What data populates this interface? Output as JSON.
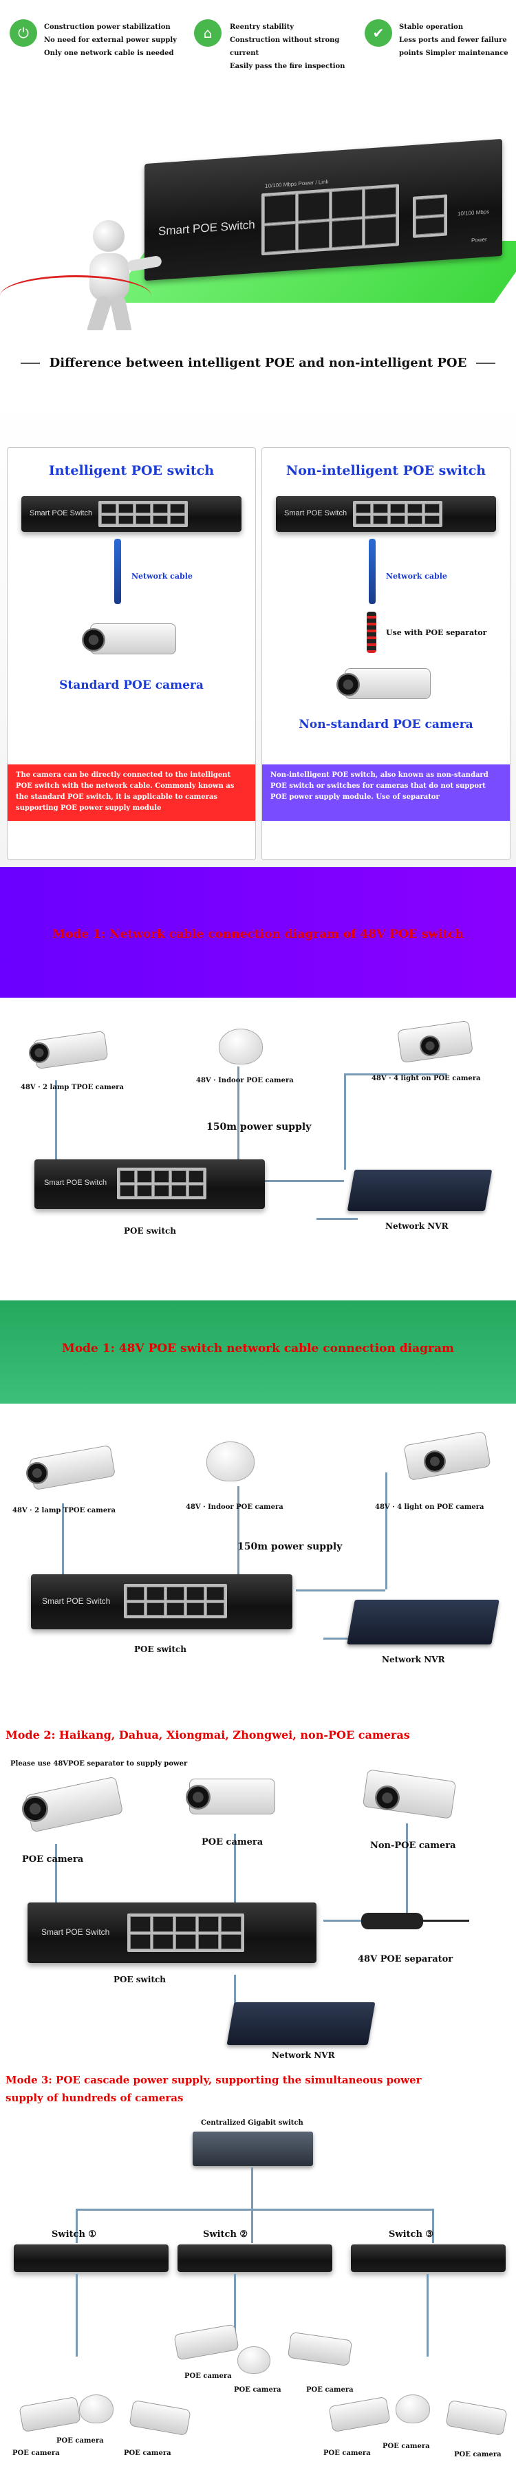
{
  "banner": {
    "col1": [
      "Construction power stabilization",
      "No need for external power supply",
      "Only one network cable is needed"
    ],
    "col2": [
      "Reentry stability",
      "Construction without strong current",
      "Easily pass the fire inspection"
    ],
    "col3": [
      "Stable operation",
      "Less ports and fewer failure",
      "points Simpler maintenance"
    ]
  },
  "hero": {
    "switch_label": "Smart POE Switch",
    "port_text_1": "10/100 Mbps Power / Link",
    "port_text_2": "10/100 Mbps",
    "power_text": "Power"
  },
  "difference": {
    "title": "Difference between intelligent POE and non-intelligent POE"
  },
  "comparison": {
    "left": {
      "title": "Intelligent POE switch",
      "cable_label": "Network cable",
      "camera_label": "Standard POE camera",
      "note": "The camera can be directly connected to the intelligent POE switch with the network cable. Commonly known as the standard POE switch, it is applicable to cameras supporting POE power supply module"
    },
    "right": {
      "title": "Non-intelligent POE switch",
      "cable_label": "Network cable",
      "separator_label": "Use with POE separator",
      "camera_label": "Non-standard POE camera",
      "note": "Non-intelligent POE switch, also known as non-standard POE switch or switches for cameras that do not support POE power supply module. Use of separator"
    },
    "switch_label": "Smart POE Switch"
  },
  "section_purple": {
    "title": "Mode 1: Network cable connection diagram of 48V POE switch"
  },
  "diagram1": {
    "cam1": "48V · 2 lamp TPOE camera",
    "cam2": "48V · Indoor POE camera",
    "cam3": "48V · 4 light on POE camera",
    "supply": "150m power supply",
    "switch_caption": "POE switch",
    "nvr_caption": "Network NVR",
    "switch_label": "Smart POE Switch"
  },
  "section_green": {
    "title": "Mode 1: 48V POE switch network cable connection diagram"
  },
  "diagram2": {
    "cam1": "48V · 2 lamp TPOE camera",
    "cam2": "48V · Indoor POE camera",
    "cam3": "48V · 4 light on POE camera",
    "supply": "150m power supply",
    "switch_caption": "POE switch",
    "nvr_caption": "Network NVR",
    "switch_label": "Smart POE Switch"
  },
  "mode2": {
    "title": "Mode 2: Haikang, Dahua, Xiongmai, Zhongwei, non-POE cameras",
    "sub": "Please use 48VPOE separator to supply power",
    "cam1": "POE camera",
    "cam2": "POE camera",
    "cam3": "Non-POE camera",
    "separator": "48V POE separator",
    "switch_caption": "POE switch",
    "nvr_caption": "Network NVR",
    "switch_label": "Smart POE Switch"
  },
  "mode3": {
    "title_1": "Mode 3: POE cascade power supply, supporting the simultaneous power",
    "title_2": "supply of hundreds of cameras",
    "central": "Centralized Gigabit switch",
    "switch1": "Switch ①",
    "switch2": "Switch ②",
    "switch3": "Switch ③",
    "cam_label": "POE camera"
  },
  "colors": {
    "green": "#49b84c",
    "purple": "#7a00ff",
    "red_title": "#e60000",
    "teal": "#2fb36a",
    "blue_title": "#1a3bd6",
    "red_note": "#ff2b2b",
    "purple_note": "#7a4cff"
  }
}
